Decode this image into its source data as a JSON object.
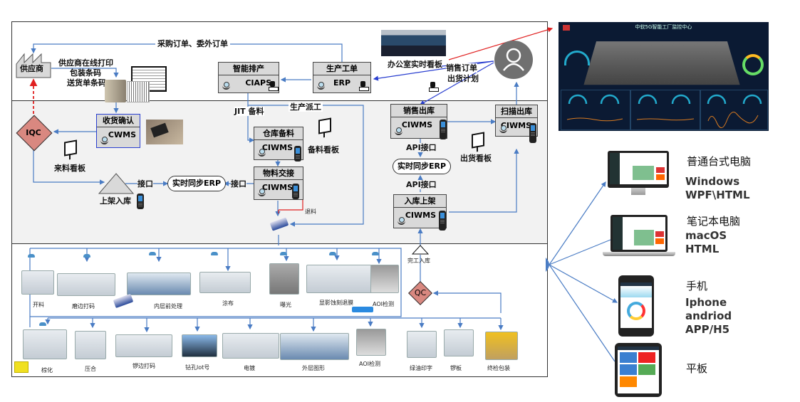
{
  "top_band": {
    "supplier": "供应商",
    "purchase_order": "采购订单、委外订单",
    "supplier_print": [
      "供应商在线打印",
      "包装条码",
      "送货单条码"
    ],
    "scheduling": {
      "title": "智能排产",
      "system": "CIAPS"
    },
    "work_order": {
      "title": "生产工单",
      "system": "ERP"
    },
    "office_board": "办公室实时看板",
    "sales_order": "销售订单",
    "shipping_plan": "出货计划"
  },
  "mid_band": {
    "receiving": {
      "title": "收货确认",
      "system": "CWMS"
    },
    "iqc": "IQC",
    "incoming_board": "来料看板",
    "shelving": "上架入库",
    "interface": "接口",
    "sync_erp": "实时同步ERP",
    "jit": "JIT 备料",
    "dispatch": "生产派工",
    "warehouse_prep": {
      "title": "仓库备料",
      "system": "CIWMS"
    },
    "prep_board": "备料看板",
    "material_handover": {
      "title": "物料交接",
      "system": "CIWMS"
    },
    "return_material": "退料",
    "sales_outbound": {
      "title": "销售出库",
      "system": "CIWMS"
    },
    "scan_outbound": {
      "title": "扫描出库",
      "system": "CIWMS"
    },
    "api_interface": "API接口",
    "shipping_board": "出货看板",
    "inbound_shelving": {
      "title": "入库上架",
      "system": "CIWMS"
    }
  },
  "bottom_band": {
    "finished_inbound": "完工入库",
    "qc": "QC",
    "row1": [
      "开料",
      "磨边打码",
      "内层前处理",
      "涂布",
      "曝光",
      "显影蚀刻退膜",
      "AOI检测"
    ],
    "row2": [
      "棕化",
      "压合",
      "锣边打码",
      "钻孔lot号",
      "电镀",
      "外层图形",
      "AOI检测",
      "绿油印字",
      "锣板",
      "终检包装"
    ]
  },
  "dashboard": {
    "title": "中软5G智能工厂监控中心"
  },
  "devices": [
    {
      "name": "普通台式电脑",
      "platforms": [
        "Windows",
        "WPF\\HTML"
      ]
    },
    {
      "name": "笔记本电脑",
      "platforms": [
        "macOS",
        "HTML"
      ]
    },
    {
      "name": "手机",
      "platforms": [
        "Iphone",
        "andriod",
        "APP/H5"
      ]
    },
    {
      "name": "平板",
      "platforms": []
    }
  ],
  "colors": {
    "flow_line": "#4a7cc4",
    "alert_line": "#e02020",
    "qc_diamond": "#d98880",
    "box_fill": "#d9d9d9",
    "mid_band": "#f2f2f2"
  }
}
